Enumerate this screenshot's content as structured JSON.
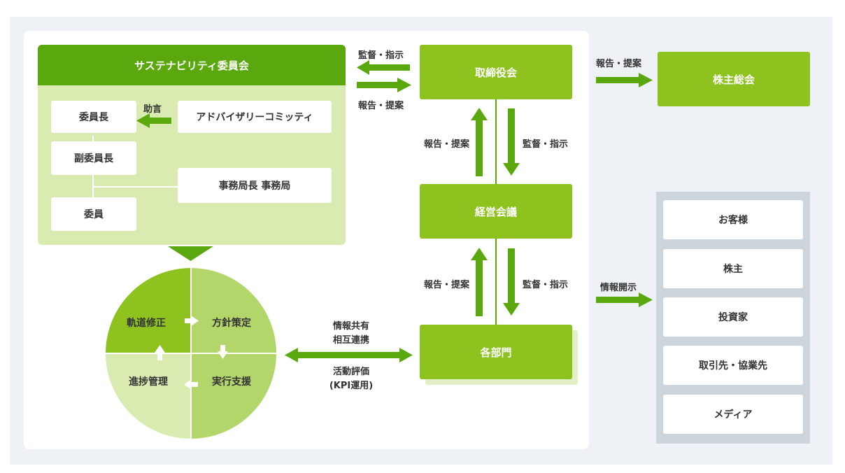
{
  "committee": {
    "title": "サステナビリティ委員会",
    "chair": "委員長",
    "vice_chair": "副委員長",
    "member": "委員",
    "advisory": "アドバイザリーコミッティ",
    "secretariat": "事務局長 事務局",
    "advice_label": "助言"
  },
  "board": "取締役会",
  "shareholders_meeting": "株主総会",
  "management_meeting": "経営会議",
  "departments": "各部門",
  "labels": {
    "supervise_top": "監督・指示",
    "report_top": "報告・提案",
    "report_to_shareholders": "報告・提案",
    "report_board_mgmt": "報告・提案",
    "supervise_board_mgmt": "監督・指示",
    "report_mgmt_dept": "報告・提案",
    "supervise_mgmt_dept": "監督・指示",
    "disclosure": "情報開示",
    "info_share_1": "情報共有",
    "info_share_2": "相互連携",
    "activity_eval_1": "活動評価",
    "activity_eval_2": "(KPI運用)"
  },
  "cycle": {
    "q1": "軌道修正",
    "q2": "方針策定",
    "q3": "進捗管理",
    "q4": "実行支援"
  },
  "stakeholders": [
    "お客様",
    "株主",
    "投資家",
    "取引先・協業先",
    "メディア"
  ],
  "colors": {
    "dark_green": "#5aa70e",
    "green": "#8dc21f",
    "light_green": "#d9ebb0",
    "arrow_green": "#5aa70e"
  }
}
